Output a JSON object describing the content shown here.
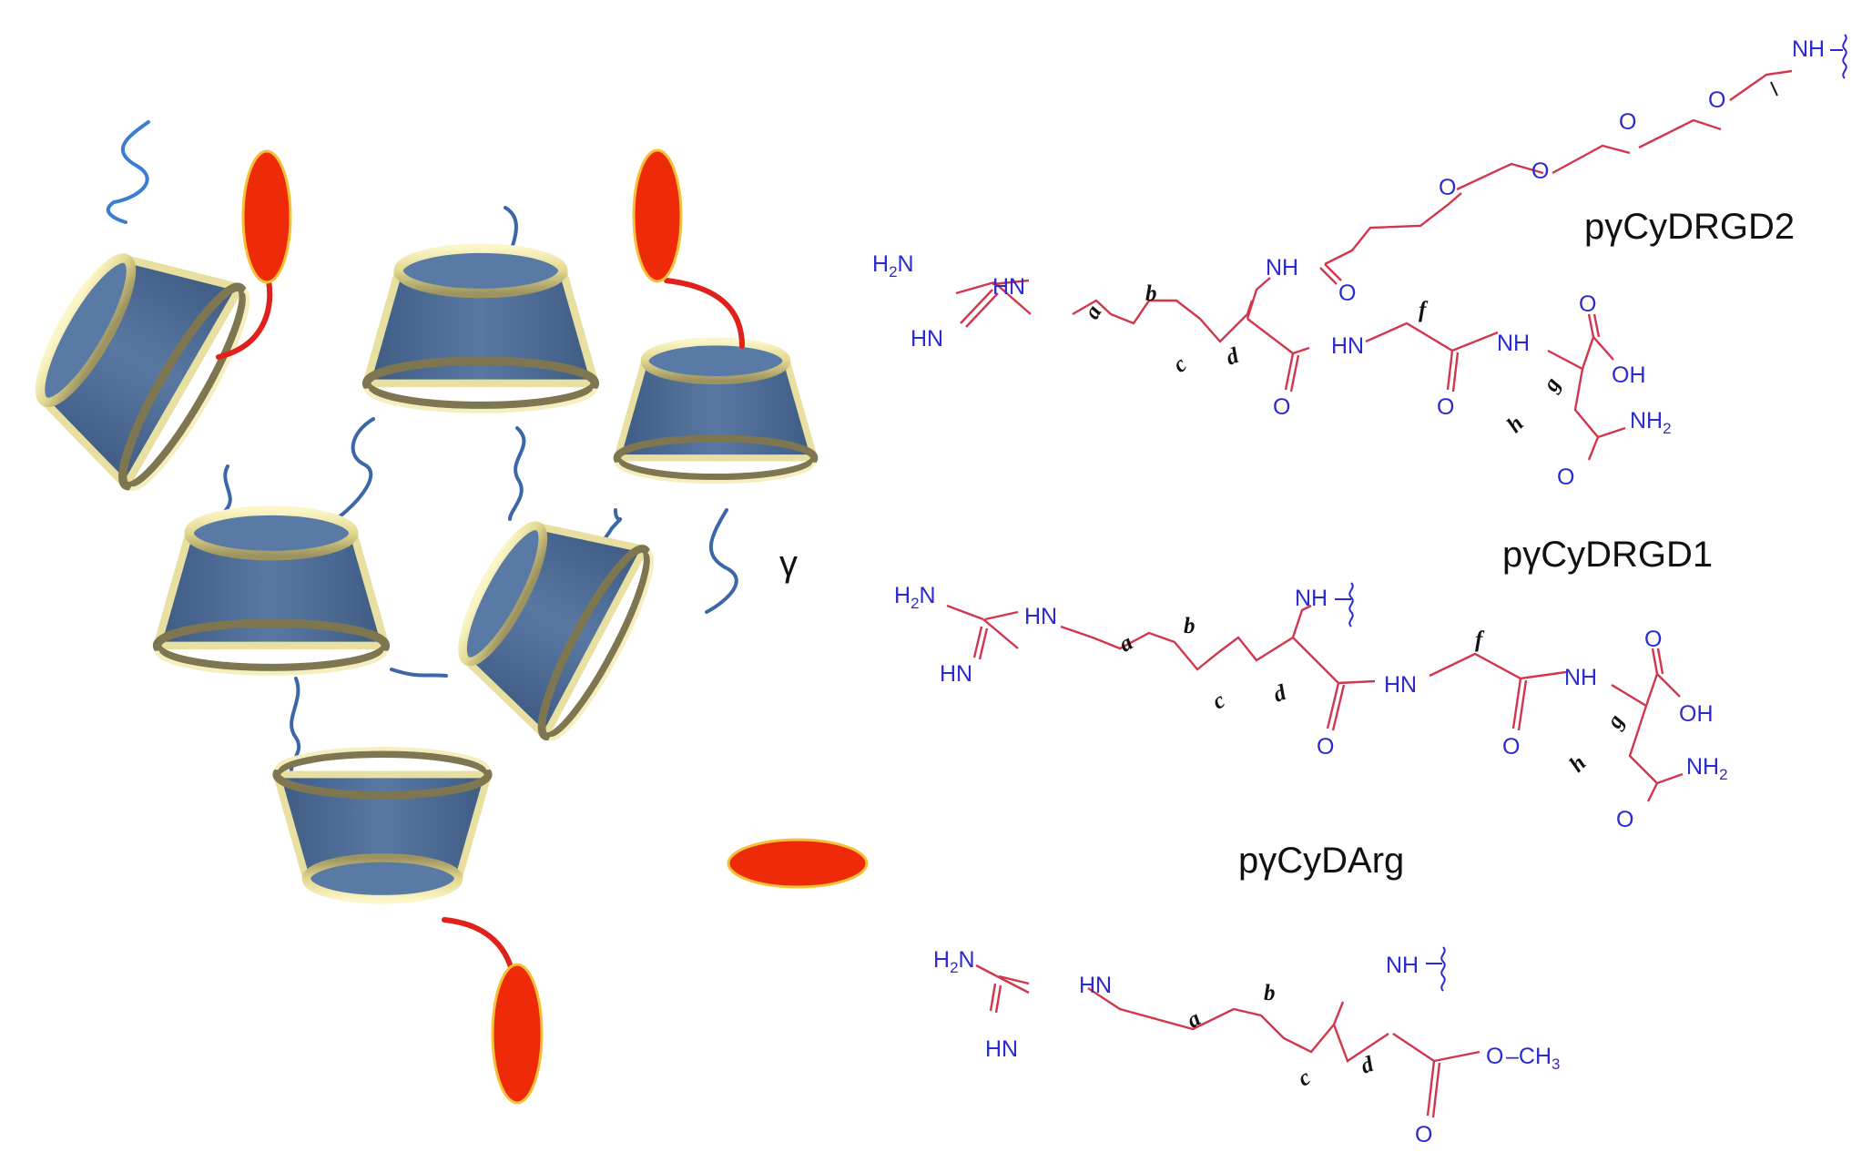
{
  "title": "",
  "greek_label": "γ",
  "compounds": [
    {
      "id": "rgd2",
      "name": "pγCyDRGD2"
    },
    {
      "id": "rgd1",
      "name": "pγCyDRGD1"
    },
    {
      "id": "arg",
      "name": "pγCyDArg"
    }
  ],
  "atoms": {
    "h2n": "H",
    "h2n_sub": "2",
    "h2n_tail": "N",
    "hn": "HN",
    "nh": "NH",
    "o": "O",
    "oh": "OH",
    "nh2": "NH",
    "nh2_sub": "2",
    "o_ch3": "O",
    "ch3": "–CH",
    "ch3_sub": "3"
  },
  "positions": [
    "a",
    "b",
    "c",
    "d",
    "f",
    "g",
    "h"
  ],
  "colors": {
    "cyclodextrin_body": "#4f6d96",
    "cyclodextrin_rim": "#e7df9a",
    "polymer_chain": "#3b66a8",
    "ligand": "#ef2a08",
    "ligand_tether": "#e0201a",
    "atom_text": "#2a2ad0",
    "bond": "#d2364c"
  },
  "icons": [
    "cyclodextrin-cone",
    "ligand-ellipse",
    "polymer-chain",
    "wavy-attachment-bond"
  ]
}
